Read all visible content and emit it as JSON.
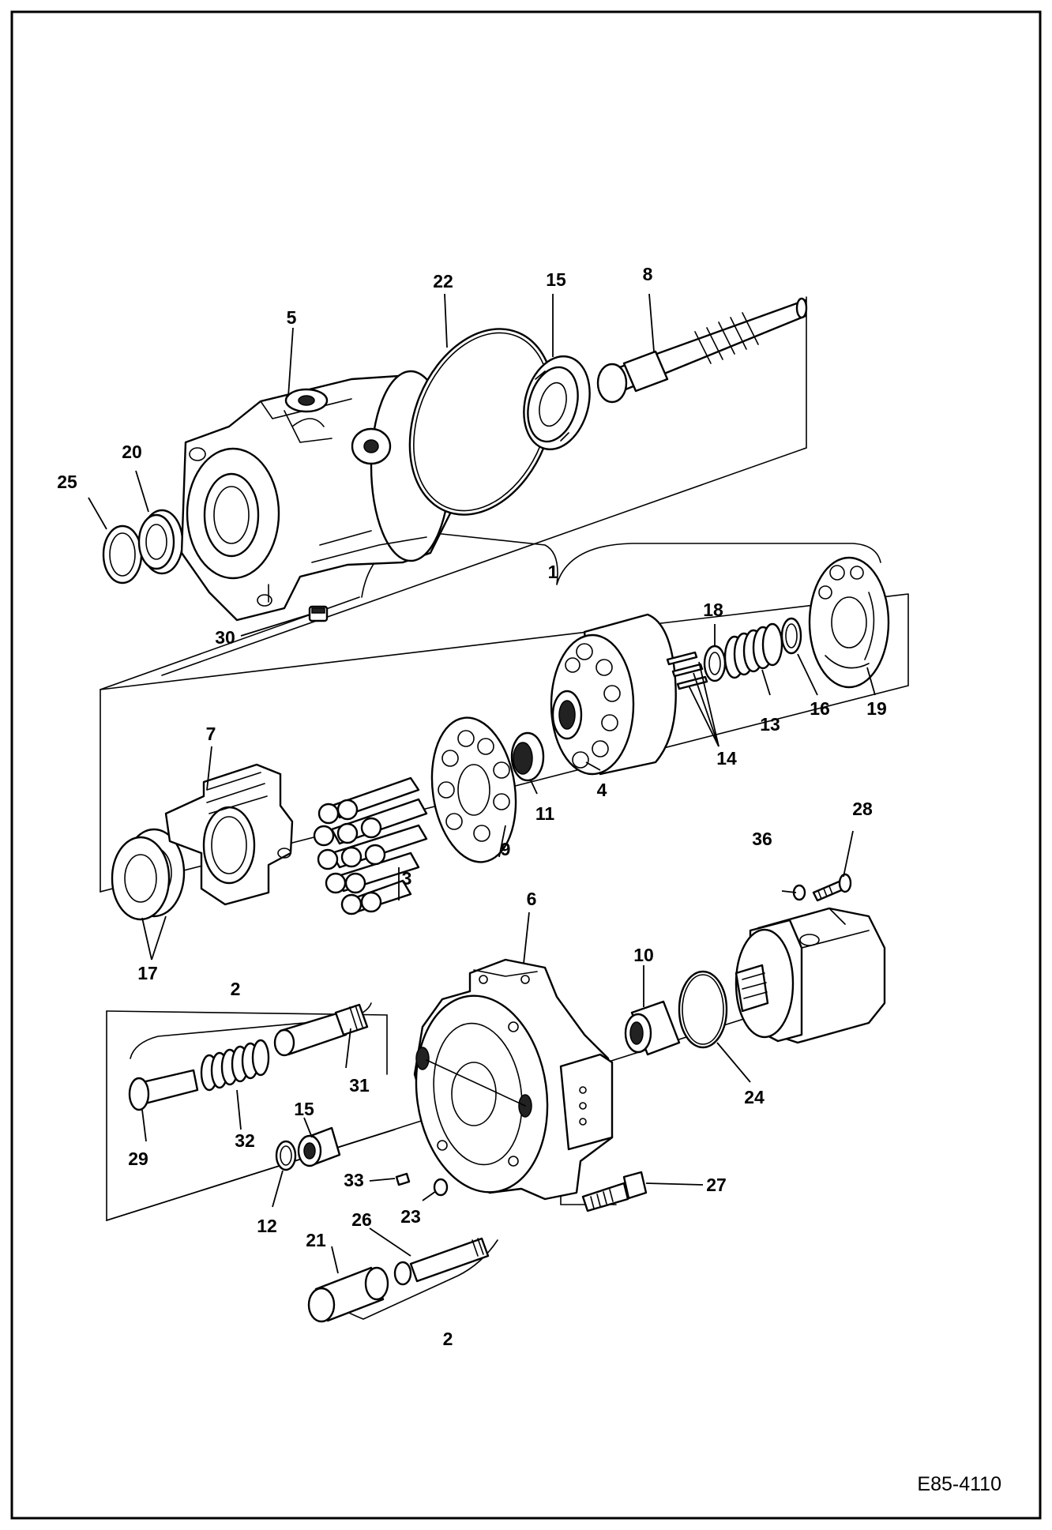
{
  "drawing_code": "E85-4110",
  "callouts": [
    "1",
    "2",
    "2",
    "3",
    "4",
    "5",
    "6",
    "7",
    "8",
    "9",
    "10",
    "11",
    "12",
    "13",
    "14",
    "15",
    "15",
    "16",
    "17",
    "18",
    "19",
    "20",
    "21",
    "22",
    "23",
    "24",
    "25",
    "26",
    "27",
    "28",
    "29",
    "30",
    "31",
    "32",
    "33",
    "36"
  ]
}
